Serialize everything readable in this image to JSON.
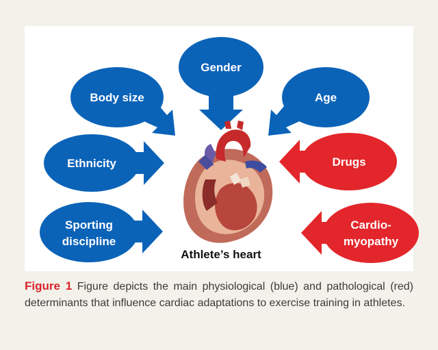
{
  "colors": {
    "physiological": "#0b63b8",
    "pathological": "#e3262b",
    "figure_label": "#d8232a",
    "panel_background": "#f3f1ea"
  },
  "determinants": {
    "gender": "Gender",
    "body_size": "Body size",
    "age": "Age",
    "ethnicity": "Ethnicity",
    "drugs": "Drugs",
    "sporting_discipline_line1": "Sporting",
    "sporting_discipline_line2": "discipline",
    "cardiomyopathy_line1": "Cardio-",
    "cardiomyopathy_line2": "myopathy"
  },
  "center": {
    "label": "Athlete’s heart",
    "icon": "heart-anatomy-icon"
  },
  "caption": {
    "figure_label": "Figure 1",
    "text": "Figure depicts the main physiological (blue) and pathological (red) determinants that influence cardiac adaptations to exercise training in athletes."
  }
}
